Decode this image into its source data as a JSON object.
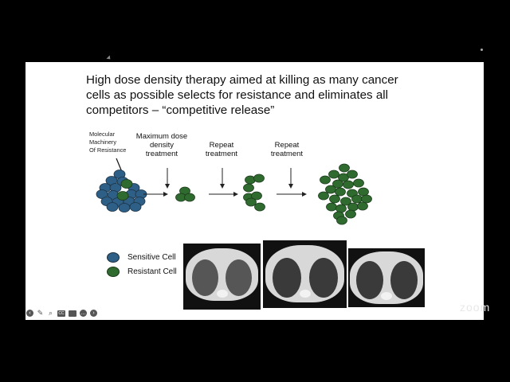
{
  "slide": {
    "title": "High dose density therapy aimed at killing as many cancer cells as possible selects for resistance and eliminates all competitors – “competitive release”",
    "annotation": {
      "line1": "Molecular",
      "line2": "Machinery",
      "line3": "Of Resistance"
    },
    "steps": [
      {
        "line1": "Maximum dose",
        "line2": "density",
        "line3": "treatment"
      },
      {
        "line1": "Repeat",
        "line2": "treatment"
      },
      {
        "line1": "Repeat",
        "line2": "treatment"
      }
    ],
    "legend": [
      {
        "label": "Sensitive Cell",
        "color": "#2e5f86"
      },
      {
        "label": "Resistant Cell",
        "color": "#2f6b2f"
      }
    ],
    "ct_scans_count": 3
  },
  "colors": {
    "sensitive": "#2e5f86",
    "resistant": "#2f6b2f",
    "background": "#000000",
    "slide_bg": "#ffffff"
  },
  "toolbar": {
    "icons": [
      "back-icon",
      "pen-icon",
      "zoom-icon",
      "captions-icon",
      "camera-icon",
      "more-icon",
      "forward-icon"
    ]
  },
  "watermark": "zoom"
}
